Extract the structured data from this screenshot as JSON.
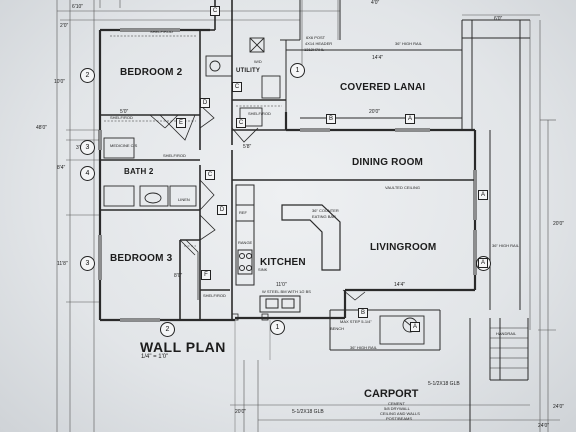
{
  "rooms": {
    "bedroom2": "BEDROOM 2",
    "utility": "UTILITY",
    "covered_lanai": "COVERED LANAI",
    "bath2": "BATH 2",
    "dining_room": "DINING ROOM",
    "bedroom3": "BEDROOM 3",
    "kitchen": "KITCHEN",
    "livingroom": "LIVINGROOM",
    "carport": "CARPORT"
  },
  "title": {
    "main": "WALL PLAN",
    "scale": "1/4\" = 1'0\""
  },
  "notes": {
    "post": "6X6 POST",
    "header": "4X14 HEADER",
    "header2": "1312H7/HL",
    "vaulted": "VAULTED CEILING",
    "shelf_rod_top": "SHELF/ROD",
    "shelf_rod_bed2": "SHELF/ROD",
    "shelf_rod_util": "SHELF/ROD",
    "shelf_rod_bath": "SHELF/ROD",
    "shelf_rod_bed3": "SHELF/ROD",
    "medicine": "MEDICINE C/S",
    "linen": "LINEN",
    "rail_top": "36\" HIGH RAIL",
    "rail_right": "36\" HIGH RAIL",
    "rail_bottom": "36\" HIGH RAIL",
    "counter": "36\" COUNTER",
    "eating_bar": "EATING BAR",
    "sink": "SINK",
    "stove": "RANGE",
    "ref": "REF",
    "stl_beam": "W STEEL BM WITH 1/2 BS",
    "max_step": "MAX STEP 5-1/4\"",
    "bench": "BENCH",
    "handrail": "HANDRAIL",
    "washer_dryer": "W/D",
    "carport_1": "CEMENT",
    "carport_2": "5/8 DRYWALL",
    "carport_3": "CEILING AND WALLS",
    "carport_4": "POST/BEAMS",
    "glb_carport": "5-1/2X18 GLB",
    "glb_bottom": "5-1/2X18 GLB"
  },
  "dims": {
    "top_left": "2'0\"",
    "top_left2": "6'10\"",
    "top_mid": "4'0\"",
    "top_right": "6'0\"",
    "left_1": "10'0\"",
    "left_2": "48'0\"",
    "left_3": "3'8\"",
    "left_4": "8'4\"",
    "left_5": "11'8\"",
    "lanai_w": "14'4\"",
    "lanai_2": "20'0\"",
    "bed2_closet": "5'0\"",
    "util_w": "5'8\"",
    "bed3_closet": "8'0\"",
    "kitchen_w": "11'0\"",
    "living_w": "14'4\"",
    "right_1": "20'0\"",
    "right_2": "24'0\"",
    "bottom_1": "20'0\"",
    "bottom_2": "24'0\""
  },
  "grid_markers": [
    "1",
    "2",
    "3",
    "4",
    "2",
    "3",
    "1",
    "3"
  ],
  "tags": [
    "A",
    "A",
    "A",
    "A",
    "B",
    "B",
    "C",
    "C",
    "C",
    "C",
    "D",
    "D",
    "E",
    "F"
  ]
}
